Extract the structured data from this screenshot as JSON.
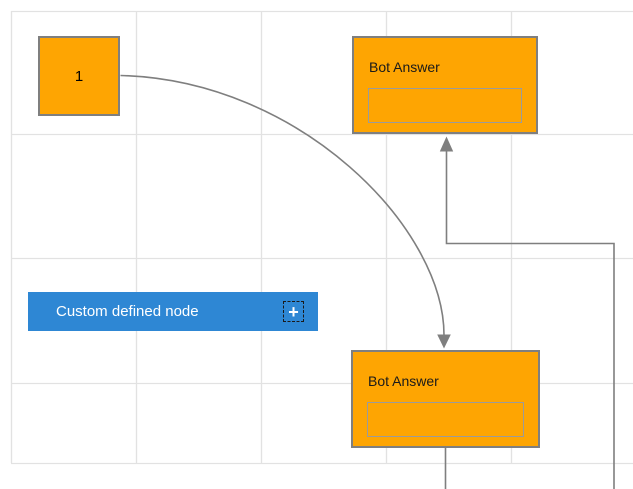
{
  "canvas": {
    "colors": {
      "node_orange": "#fea502",
      "node_blue": "#2e87d4",
      "node_border": "#7f7f7f",
      "inner_border": "#9b9b9b",
      "link": "#7f7f7f",
      "grid": "#e2e2e2",
      "title_text": "#1a1a1a"
    }
  },
  "nodes": {
    "start": {
      "label": "1"
    },
    "bot_answer_top": {
      "title": "Bot Answer",
      "input_value": ""
    },
    "bot_answer_bottom": {
      "title": "Bot Answer",
      "input_value": ""
    },
    "custom": {
      "label": "Custom defined node",
      "plus_glyph": "+"
    }
  }
}
